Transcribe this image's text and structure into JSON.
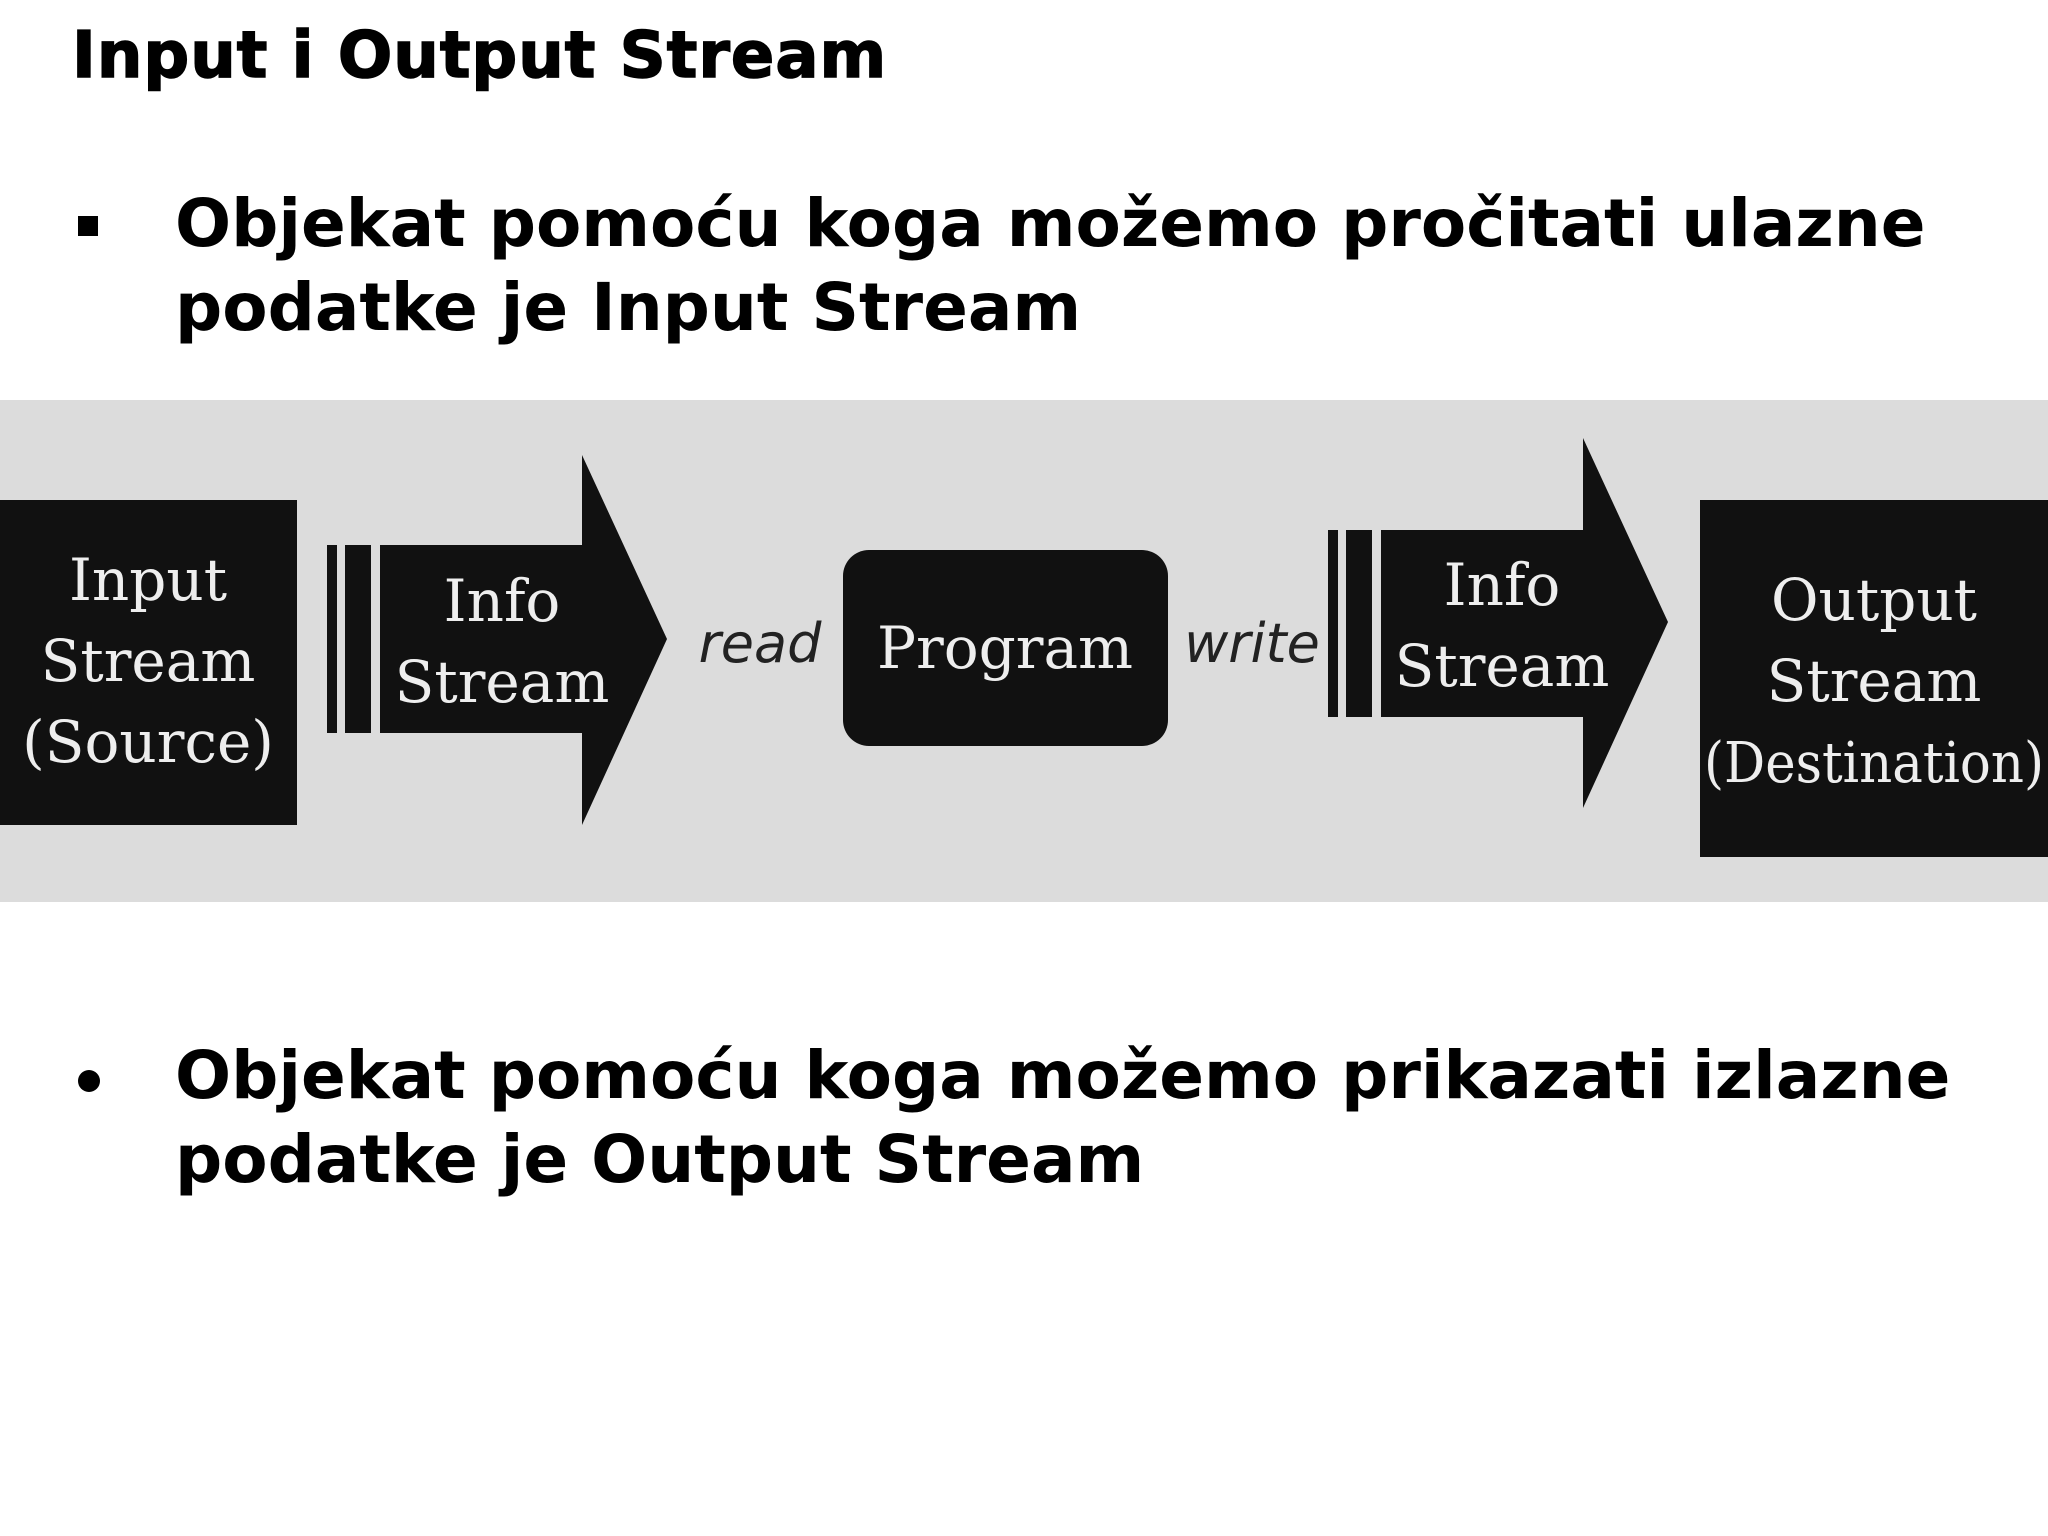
{
  "slide": {
    "title": "Input i Output Stream"
  },
  "bullets": [
    {
      "marker": "square",
      "lines": [
        "Objekat pomoću koga možemo pročitati ulazne",
        "podatke je Input Stream"
      ]
    },
    {
      "marker": "round",
      "lines": [
        "Objekat pomoću koga možemo prikazati izlazne",
        "podatke je Output Stream"
      ]
    }
  ],
  "diagram": {
    "colors": {
      "band": "#dcdcdc",
      "block": "#111111",
      "block_text": "#eeeeee",
      "label": "#222222"
    },
    "source_box": {
      "lines": [
        "Input",
        "Stream",
        "(Source)"
      ]
    },
    "input_arrow": {
      "lines": [
        "Info",
        "Stream"
      ]
    },
    "read_label": "read",
    "program_box": {
      "label": "Program"
    },
    "write_label": "write",
    "output_arrow": {
      "lines": [
        "Info",
        "Stream"
      ]
    },
    "destination_box": {
      "lines": [
        "Output",
        "Stream",
        "(Destination)"
      ]
    }
  }
}
